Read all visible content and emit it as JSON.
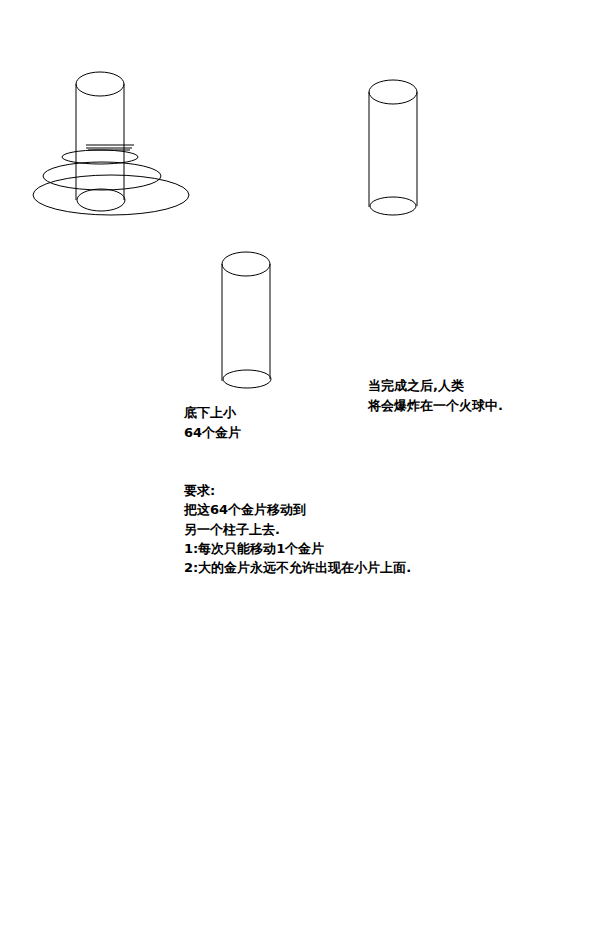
{
  "diagram": {
    "labels": [
      "底下上小 64个金片",
      "当完成之后,人类 将会爆炸在一个火球中.",
      "要求:",
      "把这64个金片移动到 另一个柱子上去.",
      "1:每次只能移动1个金片",
      "2:大的金片永远不允许出现在小片上面."
    ]
  }
}
